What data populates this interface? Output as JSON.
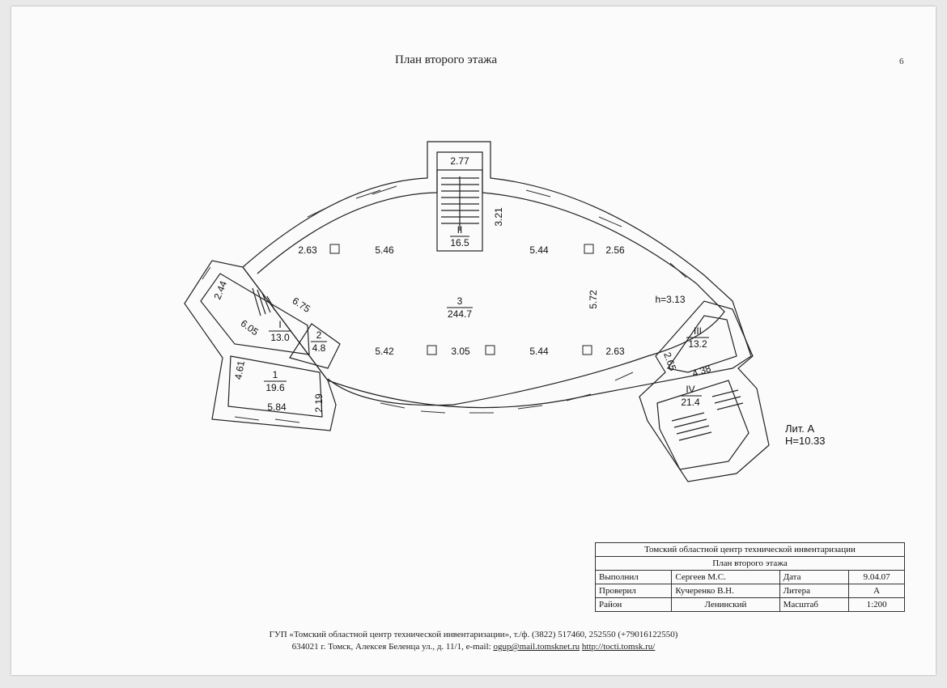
{
  "header": {
    "title": "План второго этажа",
    "page_number": "6"
  },
  "rooms": {
    "r3": {
      "num": "3",
      "area": "244.7"
    },
    "r2s": {
      "num": "II",
      "area": "16.5"
    },
    "r1s": {
      "num": "I",
      "area": "13.0"
    },
    "r2": {
      "num": "2",
      "area": "4.8"
    },
    "r1": {
      "num": "1",
      "area": "19.6"
    },
    "r3s": {
      "num": "III",
      "area": "13.2"
    },
    "r4s": {
      "num": "IV",
      "area": "21.4"
    }
  },
  "dims": {
    "d277": "2.77",
    "d321": "3.21",
    "d263a": "2.63",
    "d546": "5.46",
    "d544a": "5.44",
    "d256": "2.56",
    "d572": "5.72",
    "height": "h=3.13",
    "d542": "5.42",
    "d305": "3.05",
    "d544b": "5.44",
    "d263b": "2.63",
    "d244": "2.44",
    "d675": "6.75",
    "d605": "6.05",
    "d461": "4.61",
    "d584": "5.84",
    "d219": "2.19",
    "d265": "2.65",
    "d438": "4.38"
  },
  "lit": {
    "line1": "Лит. А",
    "line2": "Н=10.33"
  },
  "stamp": {
    "org": "Томский областной центр технической инвентаризации",
    "doc": "План второго этажа",
    "r1_label": "Выполнил",
    "r1_name": "Сергеев М.С.",
    "r1_key": "Дата",
    "r1_val": "9.04.07",
    "r2_label": "Проверил",
    "r2_name": "Кучеренко В.Н.",
    "r2_key": "Литера",
    "r2_val": "А",
    "r3_label": "Район",
    "r3_name": "Ленинский",
    "r3_key": "Масштаб",
    "r3_val": "1:200"
  },
  "footer": {
    "line1": "ГУП «Томский областной центр технической инвентаризации», т./ф. (3822) 517460, 252550 (+79016122550)",
    "line2_text": "634021  г. Томск, Алексея Беленца ул., д. 11/1, e-mail:",
    "email": "ogup@mail.tomsknet.ru",
    "site": "http://tocti.tomsk.ru/"
  }
}
